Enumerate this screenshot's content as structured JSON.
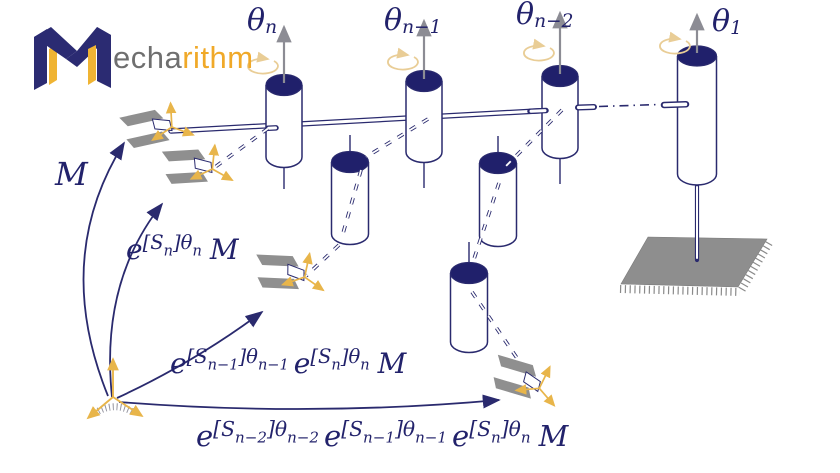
{
  "logo": {
    "letter": "M",
    "text_gray": "echa",
    "text_gold": "rithm"
  },
  "labels": {
    "theta_n": [
      [
        "θ",
        "b"
      ],
      [
        "n",
        "sub"
      ]
    ],
    "theta_n1": [
      [
        "θ",
        "b"
      ],
      [
        "n−1",
        "sub"
      ]
    ],
    "theta_n2": [
      [
        "θ",
        "b"
      ],
      [
        "n−2",
        "sub"
      ]
    ],
    "theta_1": [
      [
        "θ",
        "b"
      ],
      [
        "1",
        "sub"
      ]
    ]
  },
  "formulas": {
    "m": [
      [
        "M",
        "b"
      ]
    ],
    "exp_n": [
      [
        "e",
        "b"
      ],
      [
        "[S",
        "s"
      ],
      [
        "n",
        "ss"
      ],
      [
        "]θ",
        "s"
      ],
      [
        "n",
        "ss"
      ],
      [
        "M",
        "bm"
      ]
    ],
    "exp_n1": [
      [
        "e",
        "b"
      ],
      [
        "[S",
        "s"
      ],
      [
        "n−1",
        "ss"
      ],
      [
        "]θ",
        "s"
      ],
      [
        "n−1",
        "ss"
      ],
      [
        "e",
        "be"
      ],
      [
        "[S",
        "s"
      ],
      [
        "n",
        "ss"
      ],
      [
        "]θ",
        "s"
      ],
      [
        "n",
        "ss"
      ],
      [
        "M",
        "bm"
      ]
    ],
    "exp_n2": [
      [
        "e",
        "b"
      ],
      [
        "[S",
        "s"
      ],
      [
        "n−2",
        "ss"
      ],
      [
        "]θ",
        "s"
      ],
      [
        "n−2",
        "ss"
      ],
      [
        "e",
        "be"
      ],
      [
        "[S",
        "s"
      ],
      [
        "n−1",
        "ss"
      ],
      [
        "]θ",
        "s"
      ],
      [
        "n−1",
        "ss"
      ],
      [
        "e",
        "be"
      ],
      [
        "[S",
        "s"
      ],
      [
        "n",
        "ss"
      ],
      [
        "]θ",
        "s"
      ],
      [
        "n",
        "ss"
      ],
      [
        "M",
        "bm"
      ]
    ]
  },
  "icons": {
    "rotation-arrow-icon": "elliptical arc with arrowhead (joint rotation)",
    "joint-axis-arrow-icon": "gray vertical arrow (joint axis)",
    "frame-axes-icon": "three gold coordinate-frame arrows",
    "gripper-icon": "parallel-jaw end-effector",
    "ground-plane-icon": "hatched fixed ground plane",
    "base-frame-icon": "gold axes with hatched ground arc"
  },
  "colors": {
    "navy": "#2A2A6E",
    "text_navy": "#22226B",
    "gold": "#E8B54A",
    "pale_gold": "#E9CD96",
    "gray_arrow": "#8C8C94",
    "gripper_gray": "#8F8F8F",
    "ground_gray": "#8E8E8E",
    "logo_navy": "#2B2B72",
    "logo_gold": "#F0B433",
    "logo_text_gray": "#6F6F6F",
    "logo_text_gold": "#F0A929",
    "background": "#FFFFFF"
  }
}
